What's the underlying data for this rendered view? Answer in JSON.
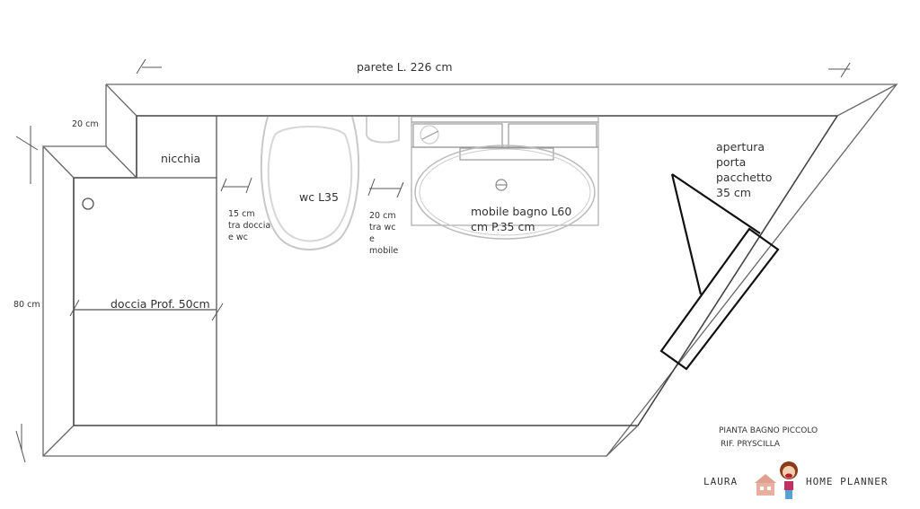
{
  "diagram": {
    "title": "PIANTA BAGNO PICCOLO",
    "reference": "RIF. PRYSCILLA",
    "labels": {
      "wall_length": "parete L. 226 cm",
      "niche_depth": "20 cm",
      "niche": "nicchia",
      "room_width": "80 cm",
      "shower": "doccia Prof. 50cm",
      "gap_shower_wc": "15 cm\ntra doccia\ne wc",
      "wc": "wc L35",
      "gap_wc_cabinet": "20 cm\ntra wc\ne\nmobile",
      "cabinet": "mobile bagno L60\ncm P.35 cm",
      "door": "apertura\nporta\npacchetto\n35 cm"
    },
    "logo": {
      "left_text": "LAURA",
      "right_text": "HOME PLANNER"
    },
    "colors": {
      "wall_line": "#555555",
      "fixture_line": "#bbbbbb",
      "door_line": "#111111",
      "text": "#333333",
      "logo_brown": "#8b3a1a",
      "logo_pink": "#e0a090"
    }
  }
}
